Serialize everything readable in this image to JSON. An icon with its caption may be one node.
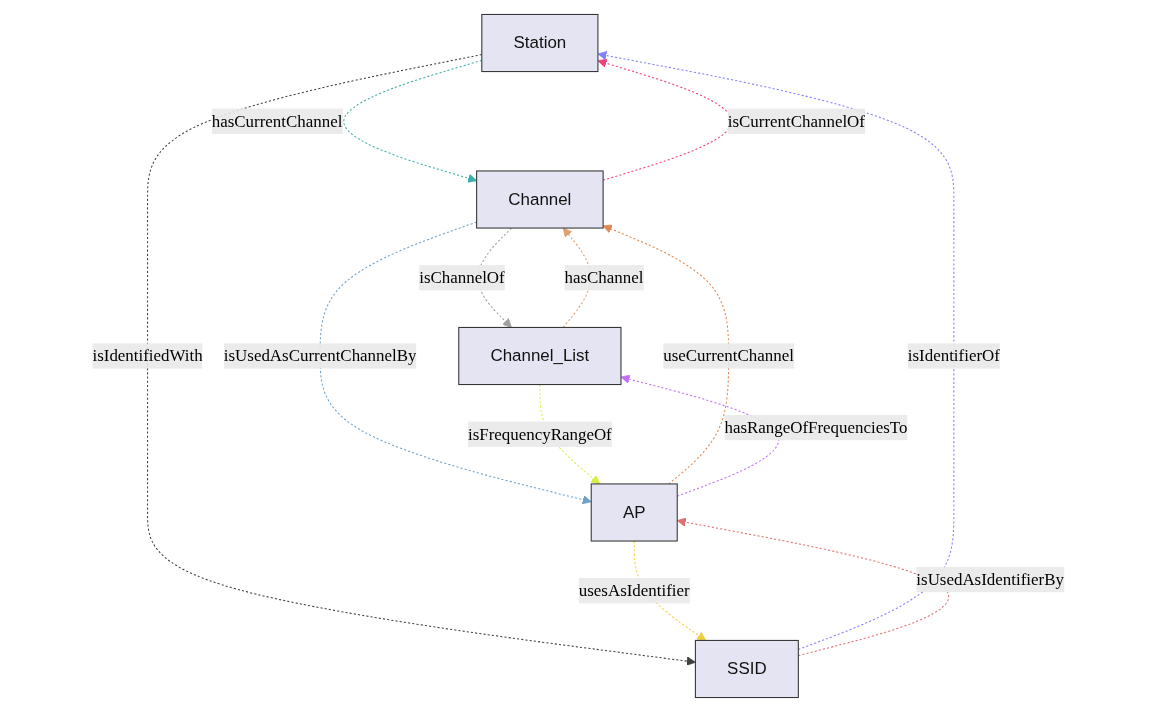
{
  "diagram": {
    "nodes": [
      {
        "text": [
          "Station"
        ]
      },
      {
        "text": [
          "Channel"
        ]
      },
      {
        "text": [
          "Channel_List"
        ]
      },
      {
        "text": [
          "SSID"
        ]
      },
      {
        "text": [
          "AP"
        ]
      }
    ],
    "edges": [
      {
        "from": 1,
        "to": 0,
        "arrow": "to",
        "label": "isCurrentChannelOf",
        "style": "dashed",
        "color": "#f0417a"
      },
      {
        "from": 0,
        "to": 1,
        "arrow": "to",
        "label": "hasCurrentChannel",
        "style": "dashed",
        "color": "#3aafa9"
      },
      {
        "from": 2,
        "to": 1,
        "arrow": "to",
        "label": "hasChannel",
        "style": "dashed",
        "color": "#e0a070"
      },
      {
        "from": 1,
        "to": 2,
        "arrow": "to",
        "label": "isChannelOf",
        "style": "dashed",
        "color": "#a0a0a0"
      },
      {
        "from": 0,
        "to": 3,
        "arrow": "to",
        "label": "isIdentifiedWith",
        "style": "dashed",
        "color": "#404040"
      },
      {
        "from": 3,
        "to": 0,
        "arrow": "to",
        "label": "isIdentifierOf",
        "style": "dashed",
        "color": "#8080ff"
      },
      {
        "from": 1,
        "to": 4,
        "arrow": "to",
        "label": "isUsedAsCurrentChannelBy",
        "style": "dashed",
        "color": "#6fa0c8"
      },
      {
        "from": 4,
        "to": 1,
        "arrow": "to",
        "label": "useCurrentChannel",
        "style": "dashed",
        "color": "#e08850"
      },
      {
        "from": 2,
        "to": 4,
        "arrow": "to",
        "label": "isFrequencyRangeOf",
        "style": "dashed",
        "color": "#d8f040"
      },
      {
        "from": 4,
        "to": 2,
        "arrow": "to",
        "label": "hasRangeOfFrequenciesTo",
        "style": "dashed",
        "color": "#c070f0"
      },
      {
        "from": 4,
        "to": 3,
        "arrow": "to",
        "label": "usesAsIdentifier",
        "style": "dashed",
        "color": "#f0d040"
      },
      {
        "from": 3,
        "to": 4,
        "arrow": "to",
        "label": "isUsedAsIdentifierBy",
        "style": "dashed",
        "color": "#e07070"
      }
    ]
  }
}
